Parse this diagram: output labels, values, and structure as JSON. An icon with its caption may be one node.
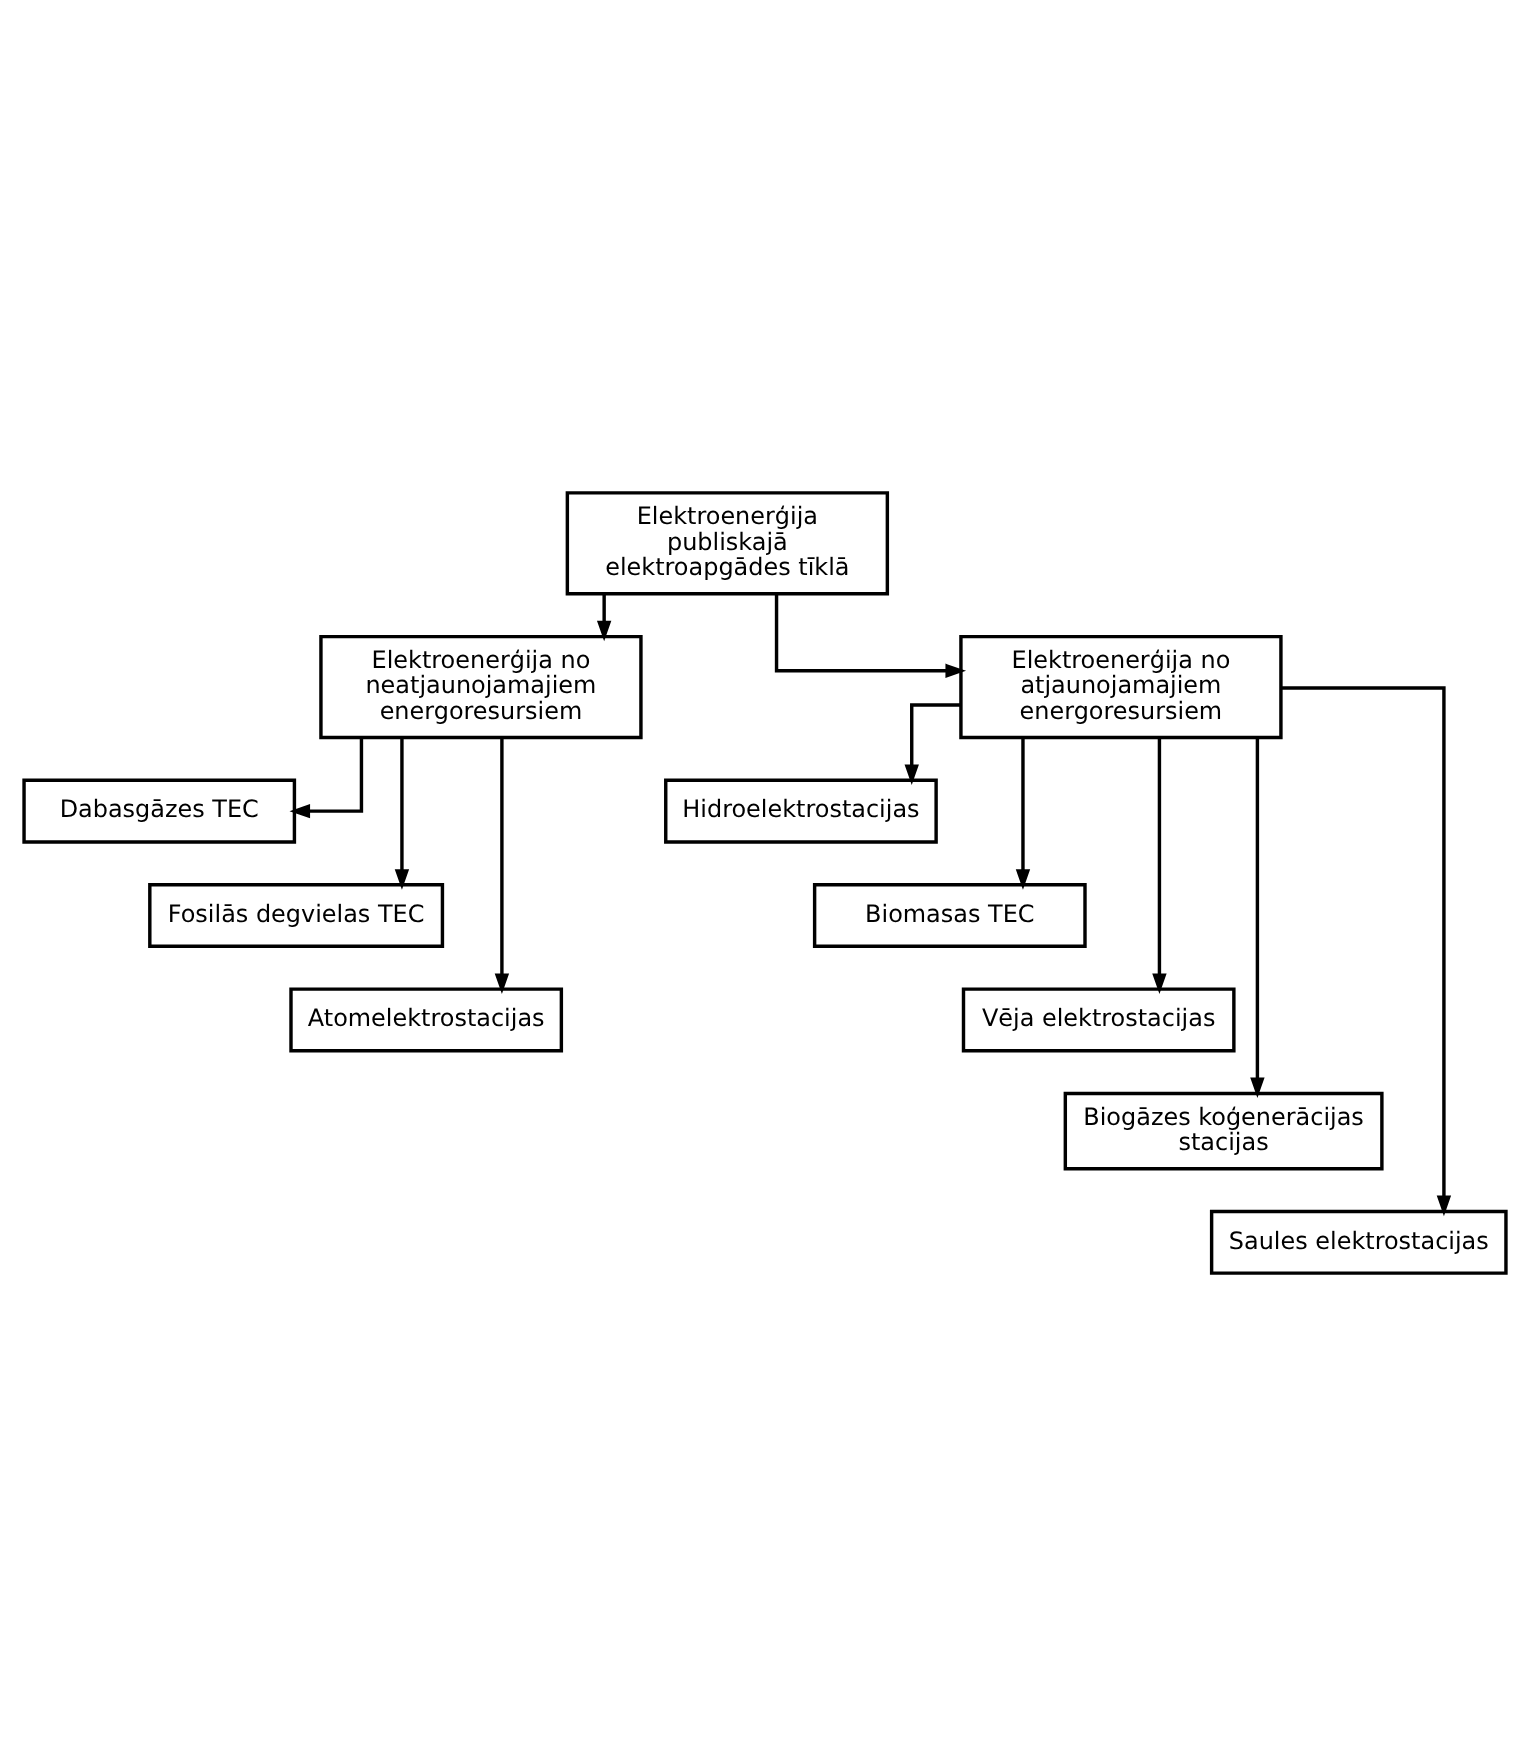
{
  "diagram": {
    "nodes": [
      {
        "text": [
          "Elektroenerģija publiskajā elektroapgādes tīklā"
        ]
      },
      {
        "text": [
          "Elektroenerģija no neatjaunojamajiem energoresursiem"
        ]
      },
      {
        "text": [
          "Elektroenerģija no atjaunojamajiem energoresursiem"
        ]
      },
      {
        "text": [
          "Dabasgāzes TEC"
        ]
      },
      {
        "text": [
          "Fosilās degvielas TEC"
        ]
      },
      {
        "text": [
          "Atomelektrostacijas"
        ]
      },
      {
        "text": [
          "Hidroelektrostacijas"
        ]
      },
      {
        "text": [
          "Biomasas TEC"
        ]
      },
      {
        "text": [
          "Vēja elektrostacijas"
        ]
      },
      {
        "text": [
          "Biogāzes koģenerācijas stacijas"
        ]
      },
      {
        "text": [
          "Saules elektrostacijas"
        ]
      }
    ],
    "edges": [
      {
        "from": 0,
        "to": 1,
        "arrow": "to"
      },
      {
        "from": 0,
        "to": 2,
        "arrow": "to"
      },
      {
        "from": 1,
        "to": 3,
        "arrow": "to"
      },
      {
        "from": 1,
        "to": 4,
        "arrow": "to"
      },
      {
        "from": 1,
        "to": 5,
        "arrow": "to"
      },
      {
        "from": 2,
        "to": 6,
        "arrow": "to"
      },
      {
        "from": 2,
        "to": 7,
        "arrow": "to"
      },
      {
        "from": 2,
        "to": 8,
        "arrow": "to"
      },
      {
        "from": 2,
        "to": 9,
        "arrow": "to"
      },
      {
        "from": 2,
        "to": 10,
        "arrow": "to"
      }
    ]
  }
}
